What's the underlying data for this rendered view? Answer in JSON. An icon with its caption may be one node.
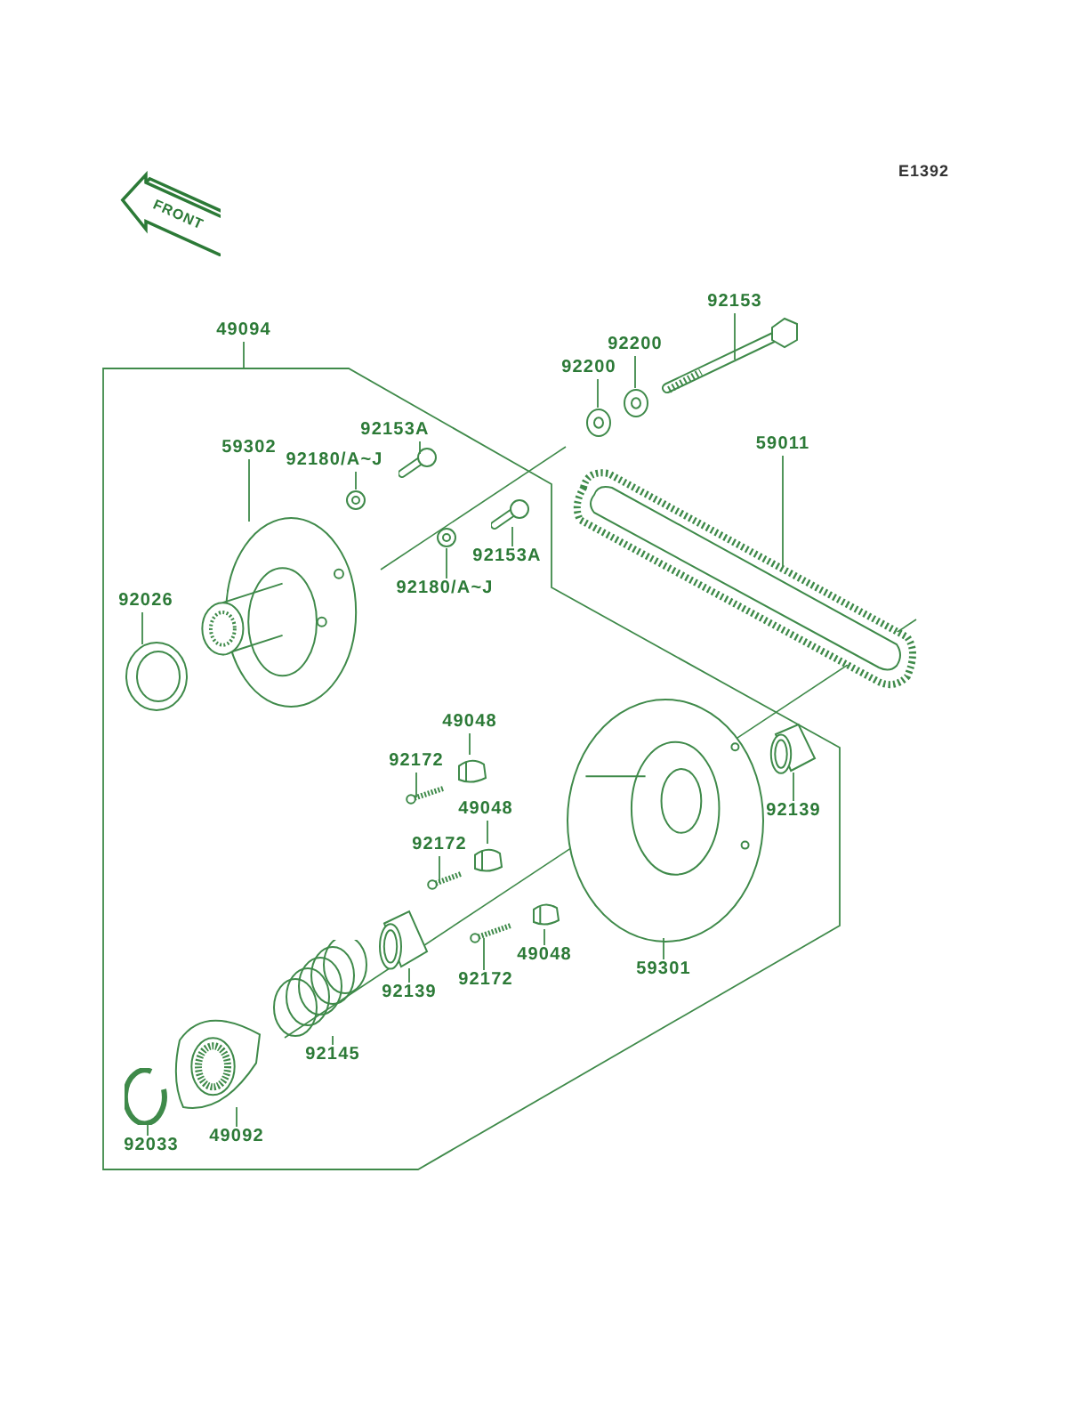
{
  "diagram": {
    "nodes": [
      {
        "text": [
          "FRONT"
        ]
      },
      {
        "text": [
          "49094"
        ]
      },
      {
        "text": [
          "92153"
        ]
      },
      {
        "text": [],
        "shape": "picture"
      },
      {
        "text": [
          "92200"
        ]
      },
      {
        "text": [],
        "shape": "picture"
      },
      {
        "text": [
          "92200"
        ]
      },
      {
        "text": [],
        "shape": "picture"
      },
      {
        "text": [
          "92153A"
        ]
      },
      {
        "text": [],
        "shape": "picture"
      },
      {
        "text": [
          "59302"
        ]
      },
      {
        "text": [],
        "shape": "picture"
      },
      {
        "text": [
          "92180/A~J"
        ]
      },
      {
        "text": [],
        "shape": "picture"
      },
      {
        "text": [
          "59011"
        ]
      },
      {
        "text": [],
        "shape": "picture"
      },
      {
        "text": [
          "92153A"
        ]
      },
      {
        "text": [],
        "shape": "picture"
      },
      {
        "text": [
          "92180/A~J"
        ]
      },
      {
        "text": [],
        "shape": "picture"
      },
      {
        "text": [
          "92026"
        ]
      },
      {
        "text": [],
        "shape": "picture"
      },
      {
        "text": [
          "49048"
        ]
      },
      {
        "text": [],
        "shape": "picture"
      },
      {
        "text": [
          "92172"
        ]
      },
      {
        "text": [],
        "shape": "picture"
      },
      {
        "text": [
          "92139"
        ]
      },
      {
        "text": [],
        "shape": "picture"
      },
      {
        "text": [
          "49048"
        ]
      },
      {
        "text": [],
        "shape": "picture"
      },
      {
        "text": [
          "92172"
        ]
      },
      {
        "text": [],
        "shape": "picture"
      },
      {
        "text": [
          "49048"
        ]
      },
      {
        "text": [],
        "shape": "picture"
      },
      {
        "text": [
          "59301"
        ]
      },
      {
        "text": [],
        "shape": "picture"
      },
      {
        "text": [
          "92172"
        ]
      },
      {
        "text": [],
        "shape": "picture"
      },
      {
        "text": [
          "92139"
        ]
      },
      {
        "text": [],
        "shape": "picture"
      },
      {
        "text": [
          "92145"
        ]
      },
      {
        "text": [],
        "shape": "picture"
      },
      {
        "text": [
          "49092"
        ]
      },
      {
        "text": [],
        "shape": "picture"
      },
      {
        "text": [
          "92033"
        ]
      },
      {
        "text": [],
        "shape": "picture"
      }
    ],
    "edges": [
      {
        "from": 1,
        "to": null,
        "arrow": "none"
      },
      {
        "from": 2,
        "to": 3,
        "arrow": "none"
      },
      {
        "from": 4,
        "to": 5,
        "arrow": "none"
      },
      {
        "from": 6,
        "to": 7,
        "arrow": "none"
      },
      {
        "from": 8,
        "to": 9,
        "arrow": "none"
      },
      {
        "from": 10,
        "to": 11,
        "arrow": "none"
      },
      {
        "from": 12,
        "to": 13,
        "arrow": "none"
      },
      {
        "from": 14,
        "to": 15,
        "arrow": "none"
      },
      {
        "from": 16,
        "to": 17,
        "arrow": "none"
      },
      {
        "from": 18,
        "to": 19,
        "arrow": "none"
      },
      {
        "from": 20,
        "to": 21,
        "arrow": "none"
      },
      {
        "from": 22,
        "to": 23,
        "arrow": "none"
      },
      {
        "from": 24,
        "to": 25,
        "arrow": "none"
      },
      {
        "from": 26,
        "to": 27,
        "arrow": "none"
      },
      {
        "from": 28,
        "to": 29,
        "arrow": "none"
      },
      {
        "from": 30,
        "to": 31,
        "arrow": "none"
      },
      {
        "from": 32,
        "to": 33,
        "arrow": "none"
      },
      {
        "from": 34,
        "to": 35,
        "arrow": "none"
      },
      {
        "from": 36,
        "to": 37,
        "arrow": "none"
      },
      {
        "from": 38,
        "to": 39,
        "arrow": "none"
      },
      {
        "from": 40,
        "to": 41,
        "arrow": "none"
      },
      {
        "from": 42,
        "to": 43,
        "arrow": "none"
      },
      {
        "from": 44,
        "to": 45,
        "arrow": "none"
      }
    ],
    "labels": [
      "E1392"
    ]
  }
}
